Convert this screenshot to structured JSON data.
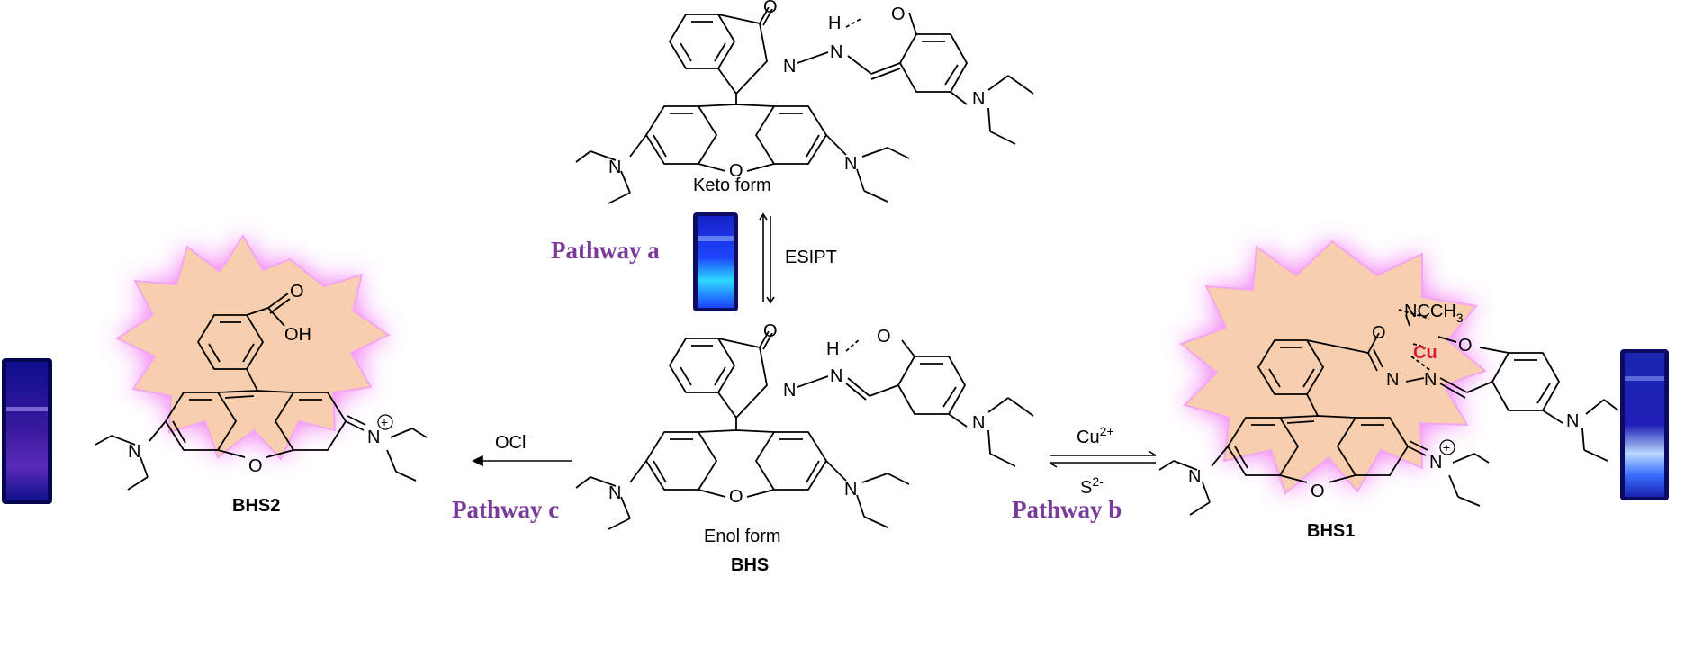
{
  "labels": {
    "keto_form": "Keto form",
    "enol_form": "Enol form",
    "bhs": "BHS",
    "bhs1": "BHS1",
    "bhs2": "BHS2",
    "esipt": "ESIPT",
    "cu_ion": "Cu",
    "cu_charge": "2+",
    "s_ion": "S",
    "s_charge": "2-",
    "ocl": "OCl",
    "ocl_charge": "−",
    "nc_ch3": "NCCH",
    "nc_ch3_sub": "3",
    "cu_center": "Cu",
    "oh": "OH",
    "o": "O",
    "n": "N",
    "h": "H",
    "plus": "+"
  },
  "pathways": {
    "a": "Pathway a",
    "b": "Pathway b",
    "c": "Pathway c"
  },
  "colors": {
    "pathway_text": "#7a3a9a",
    "burst_fill": "#f8cfae",
    "burst_glow": "#ee5cf0",
    "cu_red": "#d4203a",
    "cuvette_blue": "#1a1aa8",
    "cuvette_cyan": "#30e0ff"
  }
}
